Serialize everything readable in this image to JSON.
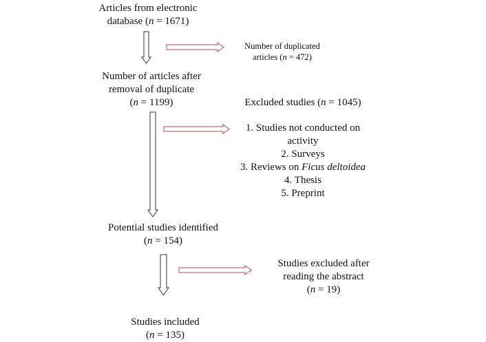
{
  "boxes": {
    "articles_db": {
      "line1": "Articles from electronic",
      "line2_pre": "database (",
      "n_label": "n",
      "line2_post": " = 1671)"
    },
    "duplicates": {
      "line1": "Number of duplicated",
      "line2_pre": "articles (",
      "n_label": "n",
      "line2_post": " = 472)"
    },
    "after_removal": {
      "line1": "Number of articles after",
      "line2": "removal of duplicate",
      "line3_pre": "(",
      "n_label": "n",
      "line3_post": " = 1199)"
    },
    "excluded": {
      "title_pre": "Excluded studies (",
      "n_label": "n",
      "title_post": " = 1045)",
      "item1_line1": "1. Studies not conducted on",
      "item1_line2": "activity",
      "item2": "2. Surveys",
      "item3_pre": "3. Reviews on ",
      "item3_species": "Ficus deltoidea",
      "item4": "4. Thesis",
      "item5": "5. Preprint"
    },
    "potential": {
      "line1": "Potential studies identified",
      "line2_pre": "(",
      "n_label": "n",
      "line2_post": " = 154)"
    },
    "excluded_abstract": {
      "line1": "Studies excluded after",
      "line2": "reading the abstract",
      "line3_pre": "(",
      "n_label": "n",
      "line3_post": " = 19)"
    },
    "included": {
      "line1": "Studies included",
      "line2_pre": "(",
      "n_label": "n",
      "line2_post": " = 135)"
    }
  },
  "colors": {
    "down_arrow": "#333333",
    "side_arrow": "#b84a4a"
  }
}
